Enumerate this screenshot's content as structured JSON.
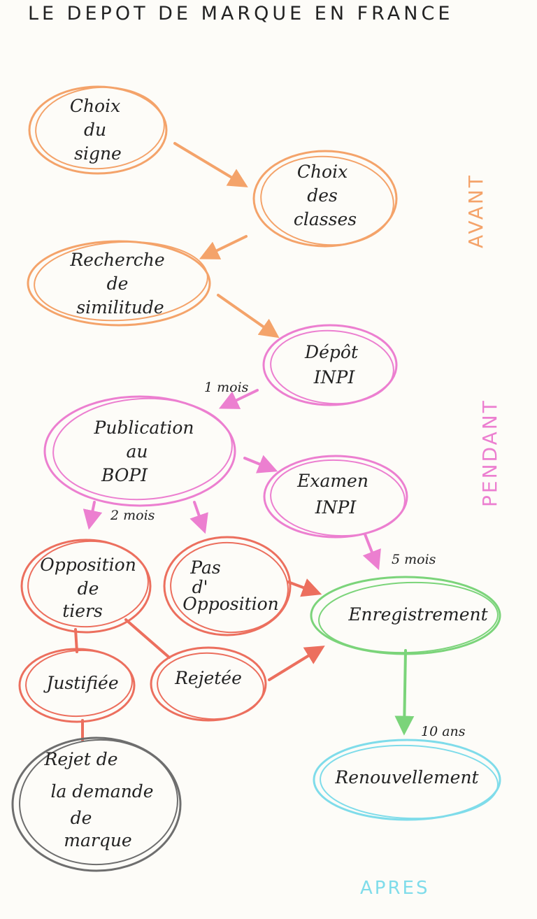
{
  "title": "LE DEPOT DE MARQUE EN FRANCE",
  "colors": {
    "avant": "#f4a36a",
    "pendant": "#ec7fd0",
    "opposition": "#ec6f5e",
    "enregistrement": "#7bd47a",
    "renouvellement": "#7fdcea",
    "rejet": "#6e6e6e",
    "ink": "#222222"
  },
  "phases": {
    "avant": "AVANT",
    "pendant": "PENDANT",
    "apres": "APRES"
  },
  "nodes": {
    "choix_signe": [
      "Choix",
      "du",
      "signe"
    ],
    "choix_classes": [
      "Choix",
      "des",
      "classes"
    ],
    "recherche": [
      "Recherche",
      "de",
      "similitude"
    ],
    "depot": [
      "Dépôt",
      "INPI"
    ],
    "publication": [
      "Publication",
      "au",
      "BOPI"
    ],
    "examen": [
      "Examen",
      "INPI"
    ],
    "opposition_tiers": [
      "Opposition",
      "de",
      "tiers"
    ],
    "pas_opposition": [
      "Pas",
      "d'",
      "Opposition"
    ],
    "enregistrement": [
      "Enregistrement"
    ],
    "justifiee": [
      "Justifiée"
    ],
    "rejetee": [
      "Rejetée"
    ],
    "rejet_demande": [
      "Rejet de",
      "la demande",
      "de",
      "marque"
    ],
    "renouvellement": [
      "Renouvellement"
    ]
  },
  "edge_labels": {
    "un_mois": "1 mois",
    "deux_mois": "2 mois",
    "cinq_mois": "5 mois",
    "dix_ans": "10 ans"
  }
}
